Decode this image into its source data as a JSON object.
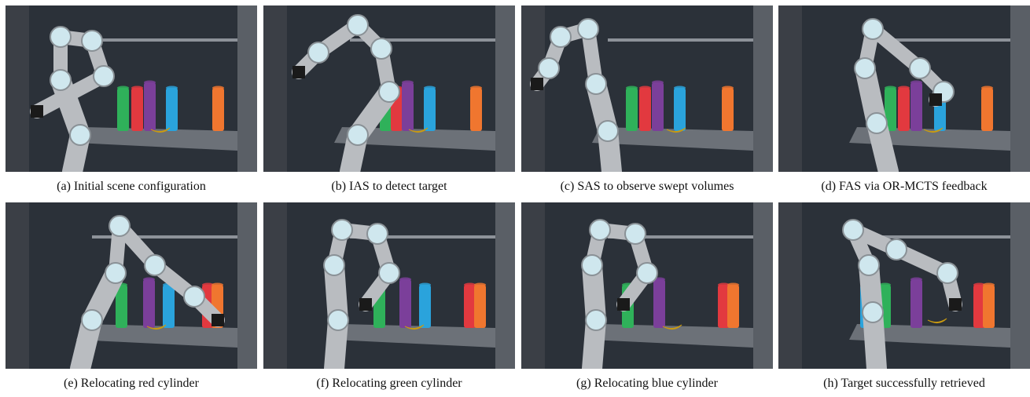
{
  "figure": {
    "panels": [
      {
        "caption": "(a) Initial scene configuration",
        "scene": "initial",
        "cylinders": [
          "green",
          "red",
          "purple",
          "blue",
          "orange"
        ],
        "banana": true,
        "arm": "folded-left"
      },
      {
        "caption": "(b) IAS to detect target",
        "scene": "ias",
        "cylinders": [
          "green",
          "red",
          "purple",
          "blue",
          "orange"
        ],
        "banana": true,
        "arm": "raised-left"
      },
      {
        "caption": "(c) SAS to observe swept volumes",
        "scene": "sas",
        "cylinders": [
          "green",
          "red",
          "purple",
          "blue",
          "orange"
        ],
        "banana": true,
        "arm": "folded-center"
      },
      {
        "caption": "(d) FAS via OR-MCTS feedback",
        "scene": "fas",
        "cylinders": [
          "green",
          "red",
          "purple",
          "blue",
          "orange"
        ],
        "banana": true,
        "arm": "reach-shelf"
      },
      {
        "caption": "(e) Relocating red cylinder",
        "scene": "relocate-red",
        "cylinders": [
          "green",
          "purple",
          "blue",
          "red",
          "orange"
        ],
        "banana": true,
        "arm": "reach-right"
      },
      {
        "caption": "(f) Relocating green cylinder",
        "scene": "relocate-green",
        "cylinders": [
          "green",
          "purple",
          "blue",
          "red",
          "orange"
        ],
        "banana": true,
        "arm": "reach-center"
      },
      {
        "caption": "(g) Relocating blue cylinder",
        "scene": "relocate-blue",
        "cylinders": [
          "green",
          "purple",
          "red",
          "orange"
        ],
        "banana": true,
        "arm": "reach-center"
      },
      {
        "caption": "(h) Target successfully retrieved",
        "scene": "retrieved",
        "cylinders": [
          "blue",
          "green",
          "purple",
          "red",
          "orange"
        ],
        "banana": true,
        "arm": "grasp-right"
      }
    ]
  },
  "colors": {
    "green": "#2fb15a",
    "red": "#e2393f",
    "purple": "#7b3f9a",
    "blue": "#2aa3dc",
    "orange": "#f0762f",
    "banana": "#f3c226",
    "robot": "#b9bcc0",
    "joint": "#cfe7ee",
    "shelf": "#2b3139"
  }
}
